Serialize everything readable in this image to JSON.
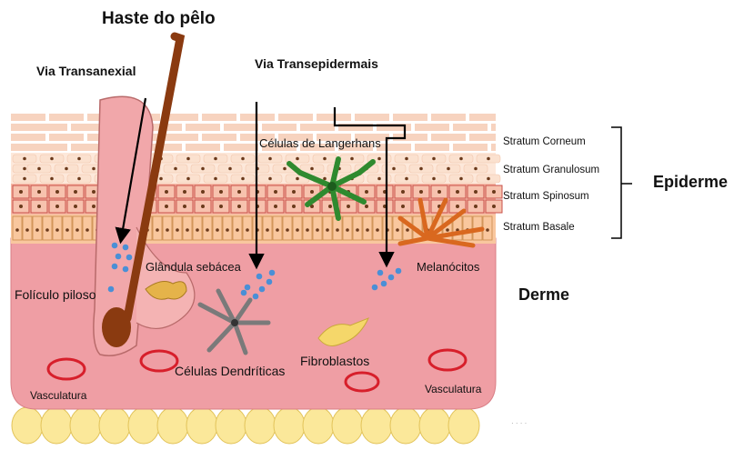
{
  "title": "Haste do pêlo",
  "pathways": {
    "transappendageal": "Via Transanexial",
    "transepidermal": "Via Transepidermais"
  },
  "epidermis_layers": [
    "Stratum Corneum",
    "Stratum Granulosum",
    "Stratum Spinosum",
    "Stratum Basale"
  ],
  "zones": {
    "epidermis": "Epiderme",
    "dermis": "Derme"
  },
  "structures": {
    "langerhans": "Células de Langerhans",
    "melanocytes": "Melanócitos",
    "hair_follicle": "Folículo piloso",
    "sebaceous_gland": "Glândula sebácea",
    "dendritic_cells": "Células Dendríticas",
    "fibroblasts": "Fibroblastos",
    "vasculature_left": "Vasculatura",
    "vasculature_right": "Vasculatura"
  },
  "colors": {
    "corneum": "#f7d3bf",
    "granulosum": "#fbe3d3",
    "spinosum": "#f6b8a4",
    "basale": "#f9c79e",
    "dermis": "#ef9ea4",
    "hypodermis": "#fbe89a",
    "hair": "#8a3a10",
    "langerhans": "#2f8a2f",
    "melanocyte": "#d9681f",
    "dendritic": "#7a7a7a",
    "fibroblast": "#f5d76a",
    "vessel": "#d71f2b",
    "particle": "#4a8fd6"
  }
}
